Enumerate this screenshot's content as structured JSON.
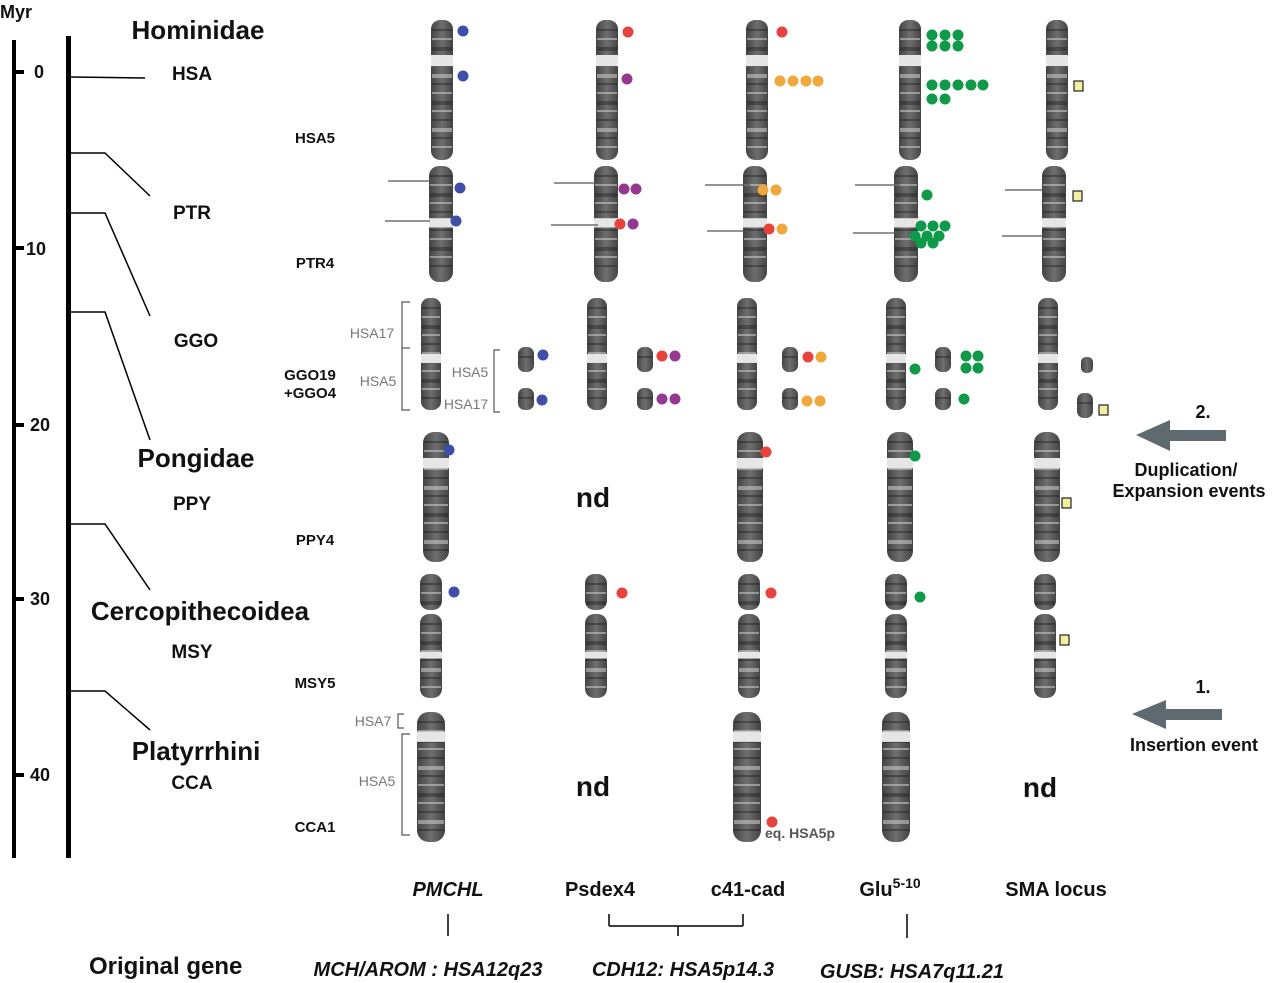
{
  "axis": {
    "title": "Myr",
    "ticks": [
      "0",
      "10",
      "20",
      "30",
      "40"
    ]
  },
  "groups": [
    "Hominidae",
    "Pongidae",
    "Cercopithecoidea",
    "Platyrrhini"
  ],
  "species": [
    "HSA",
    "PTR",
    "GGO",
    "PPY",
    "MSY",
    "CCA"
  ],
  "rows": [
    {
      "chrom": [
        "HSA5"
      ]
    },
    {
      "chrom": [
        "PTR4"
      ]
    },
    {
      "chrom": [
        "GGO19",
        "+GGO4"
      ]
    },
    {
      "chrom": [
        "PPY4"
      ]
    },
    {
      "chrom": [
        "MSY5"
      ]
    },
    {
      "chrom": [
        "CCA1"
      ]
    }
  ],
  "bracket_labels": {
    "ggo_top": "HSA17",
    "ggo_bottom": "HSA5",
    "ggo_small_top": "HSA5",
    "ggo_small_bottom": "HSA17",
    "cca_top": "HSA7",
    "cca_bottom": "HSA5"
  },
  "columns": [
    {
      "label": "PMCHL",
      "italic": true
    },
    {
      "label": "Psdex4",
      "italic": false
    },
    {
      "label": "c41-cad",
      "italic": false
    },
    {
      "label": "Glu",
      "sup": "5-10",
      "italic": false
    },
    {
      "label": "SMA locus",
      "italic": false
    }
  ],
  "not_determined": "nd",
  "annotation_eq": "eq. HSA5p",
  "events": {
    "duplication_number": "2.",
    "duplication_label_1": "Duplication/",
    "duplication_label_2": "Expansion events",
    "insertion_number": "1.",
    "insertion_label": "Insertion event"
  },
  "original_gene": {
    "label": "Original gene",
    "gene_1": "MCH/AROM : HSA12q23",
    "gene_2": "CDH12: HSA5p14.3",
    "gene_3": "GUSB: HSA7q11.21"
  },
  "colors": {
    "PMCHL": "#3f4fa8",
    "Psdex4": "#e8423d",
    "Psdex4_alt": "#94398f",
    "c41-cad": "#f0a83c",
    "Glu": "#0f9a4a",
    "SMA": "#f3eea0",
    "arrow": "#5e6a70"
  },
  "icons": {
    "duplication_arrow": "left-arrow-icon",
    "insertion_arrow": "left-arrow-icon"
  }
}
